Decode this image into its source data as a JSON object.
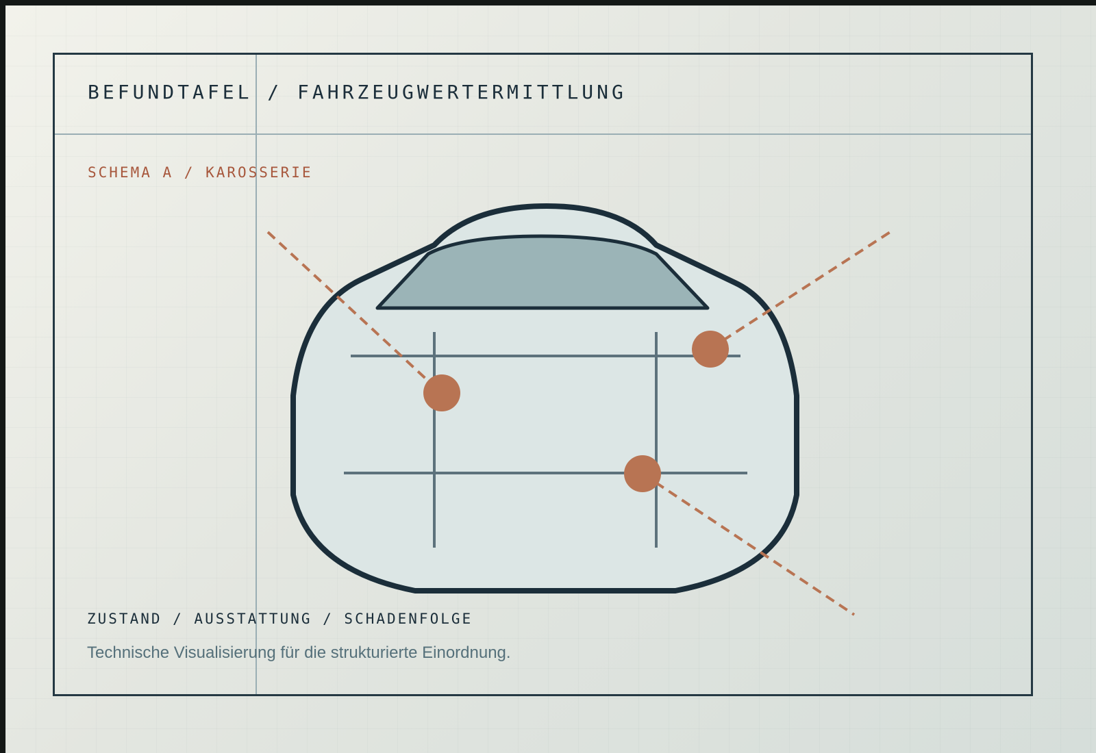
{
  "panel": {
    "title": "BEFUNDTAFEL / FAHRZEUGWERTERMITTLUNG",
    "schema_label": "SCHEMA A / KAROSSERIE",
    "footer_caption": "ZUSTAND / AUSSTATTUNG / SCHADENFOLGE",
    "footer_text": "Technische Visualisierung für die strukturierte Einordnung."
  },
  "diagram": {
    "subject": "vehicle body schematic, front view",
    "markers": [
      {
        "name": "left-damage-marker"
      },
      {
        "name": "upper-right-damage-marker"
      },
      {
        "name": "lower-right-damage-marker"
      }
    ]
  },
  "colors": {
    "outline": "#1b2e3a",
    "body_fill": "#dce6e5",
    "window_fill": "#9bb4b7",
    "structure_lines": "#5d727c",
    "accent": "#b87453",
    "accent_text": "#a7573c",
    "rules": "#9aaeb4",
    "muted_text": "#55707a"
  }
}
